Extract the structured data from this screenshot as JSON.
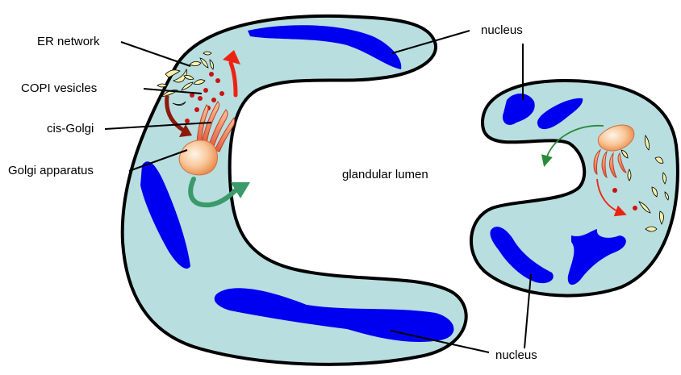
{
  "labels": {
    "er_network": "ER network",
    "copi_vesicles": "COPI vesicles",
    "cis_golgi": "cis-Golgi",
    "golgi_apparatus": "Golgi apparatus",
    "glandular_lumen": "glandular lumen",
    "nucleus_top": "nucleus",
    "nucleus_bottom": "nucleus"
  },
  "colors": {
    "cytoplasm": "#b8dee0",
    "nucleus": "#0000f0",
    "outline": "#000000",
    "er": "#f8f0a8",
    "vesicle": "#cc1111",
    "golgi": "#f5a06a",
    "arrow_red": "#ee2211",
    "arrow_darkred": "#8b1a0c",
    "arrow_green": "#3a9a6a"
  }
}
